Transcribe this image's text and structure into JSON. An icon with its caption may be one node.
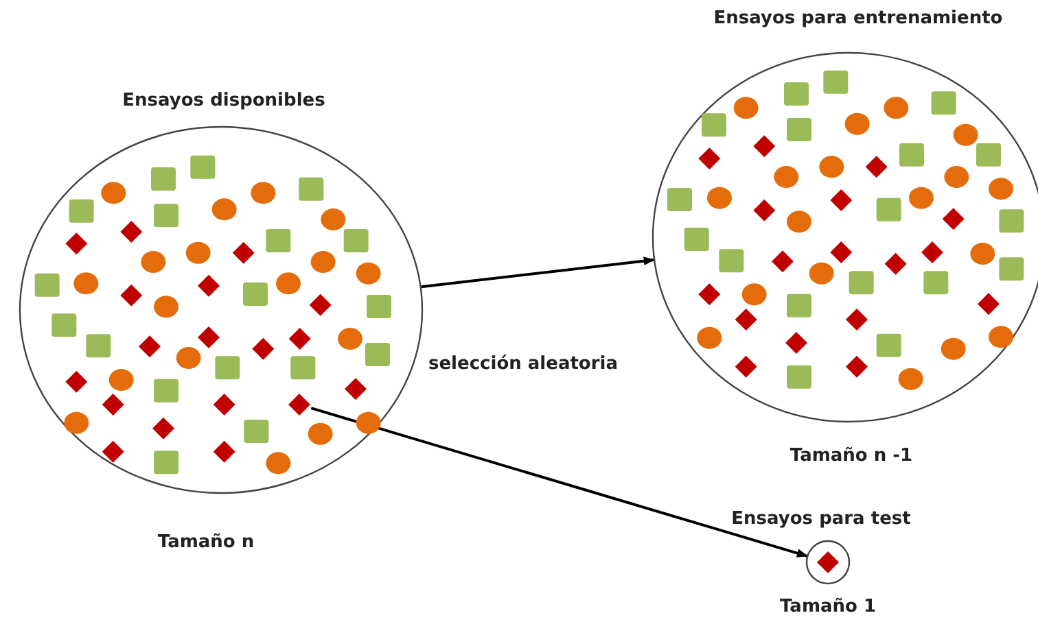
{
  "diagram": {
    "nodes": [
      {
        "text": [
          "Ensayos disponibles"
        ],
        "beside": [
          "Tamaño n"
        ]
      },
      {
        "text": [
          "Ensayos para entrenamiento"
        ],
        "beside": [
          "Tamaño n -1"
        ]
      },
      {
        "text": [
          "Ensayos para test"
        ],
        "beside": [
          "Tamaño 1"
        ]
      },
      {
        "text": [],
        "shape": "diamond",
        "in": 0
      }
    ],
    "edges": [
      {
        "from": 0,
        "to": 1,
        "arrow": "to"
      },
      {
        "from": 3,
        "to": 2,
        "arrow": "to"
      }
    ],
    "labels": [
      "selección aleatoria"
    ]
  }
}
